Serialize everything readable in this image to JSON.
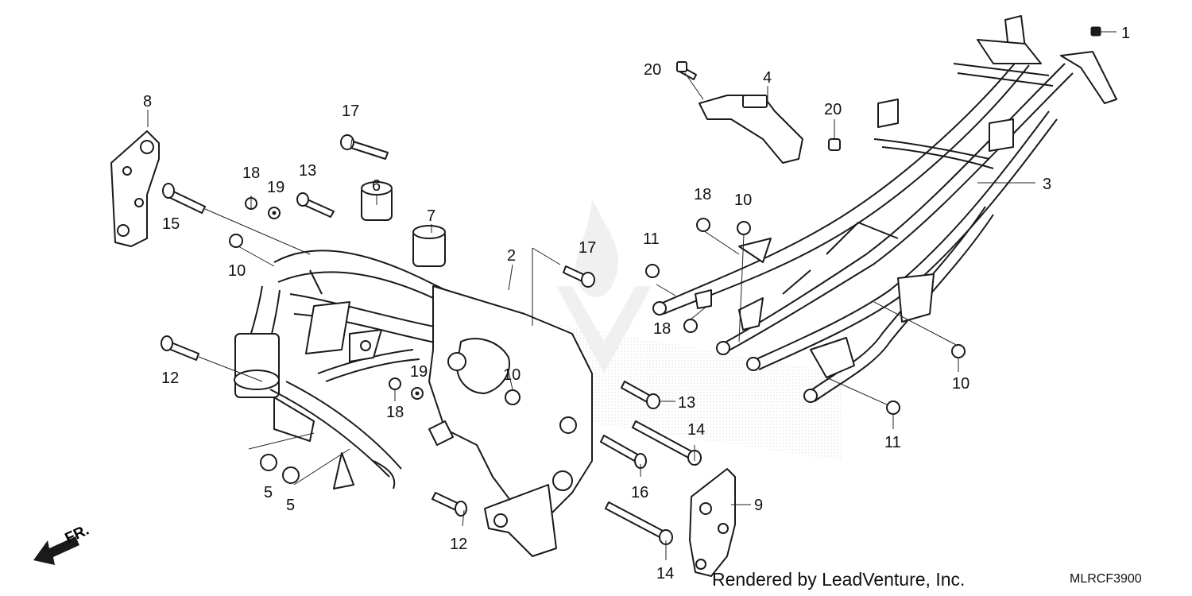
{
  "diagram": {
    "callouts": {
      "c1": "1",
      "c2": "2",
      "c3": "3",
      "c4": "4",
      "c5a": "5",
      "c5b": "5",
      "c6": "6",
      "c7": "7",
      "c8": "8",
      "c9": "9",
      "c10a": "10",
      "c10b": "10",
      "c10c": "10",
      "c10d": "10",
      "c11a": "11",
      "c11b": "11",
      "c12a": "12",
      "c12b": "12",
      "c13a": "13",
      "c13b": "13",
      "c14a": "14",
      "c14b": "14",
      "c15": "15",
      "c16": "16",
      "c17a": "17",
      "c17b": "17",
      "c18a": "18",
      "c18b": "18",
      "c18c": "18",
      "c18d": "18",
      "c19a": "19",
      "c19b": "19",
      "c20a": "20",
      "c20b": "20"
    },
    "front_label": "FR.",
    "credit": "Rendered by LeadVenture, Inc.",
    "diagram_code": "MLRCF3900"
  },
  "colors": {
    "line": "#1a1a1a",
    "background": "#ffffff",
    "watermark": "#d9d9d9"
  }
}
